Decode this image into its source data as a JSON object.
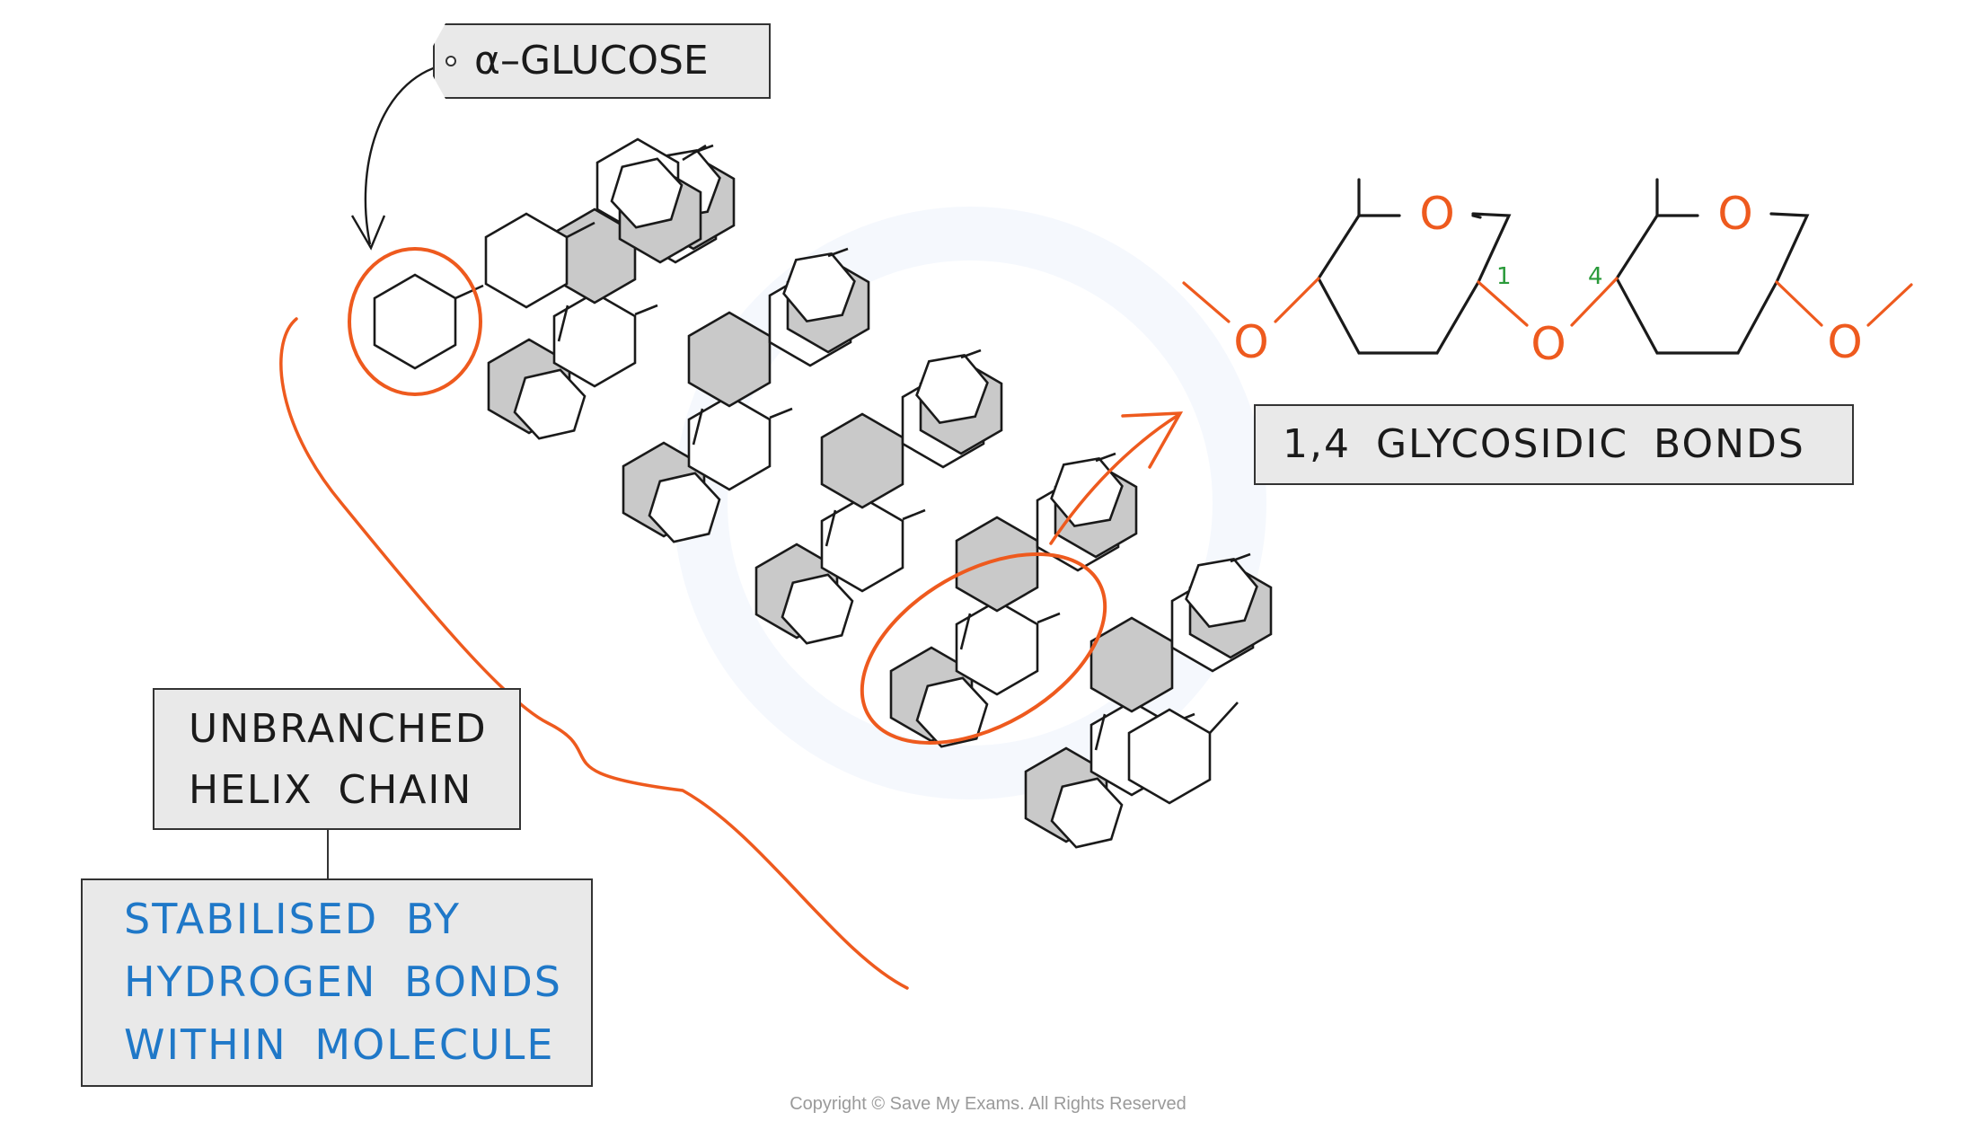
{
  "labels": {
    "alpha_glucose": "α–GLUCOSE",
    "glycosidic_bonds": "1,4 GLYCOSIDIC BONDS",
    "helix_chain_line1": "UNBRANCHED",
    "helix_chain_line2": "HELIX CHAIN",
    "stabilised_line1": "STABILISED BY",
    "stabilised_line2": "HYDROGEN BONDS",
    "stabilised_line3": "WITHIN MOLECULE"
  },
  "molecule": {
    "atom_oxygen": "O",
    "carbon_1": "1",
    "carbon_4": "4"
  },
  "footer": {
    "copyright": "Copyright © Save My Exams. All Rights Reserved"
  },
  "colors": {
    "outline": "#1a1a1a",
    "highlight": "#ee5a1e",
    "shaded_ring": "#c9c9c9",
    "label_box": "#e9e9e9",
    "blue_text": "#1f78c8",
    "carbon_numbers": "#2a9a3a"
  }
}
